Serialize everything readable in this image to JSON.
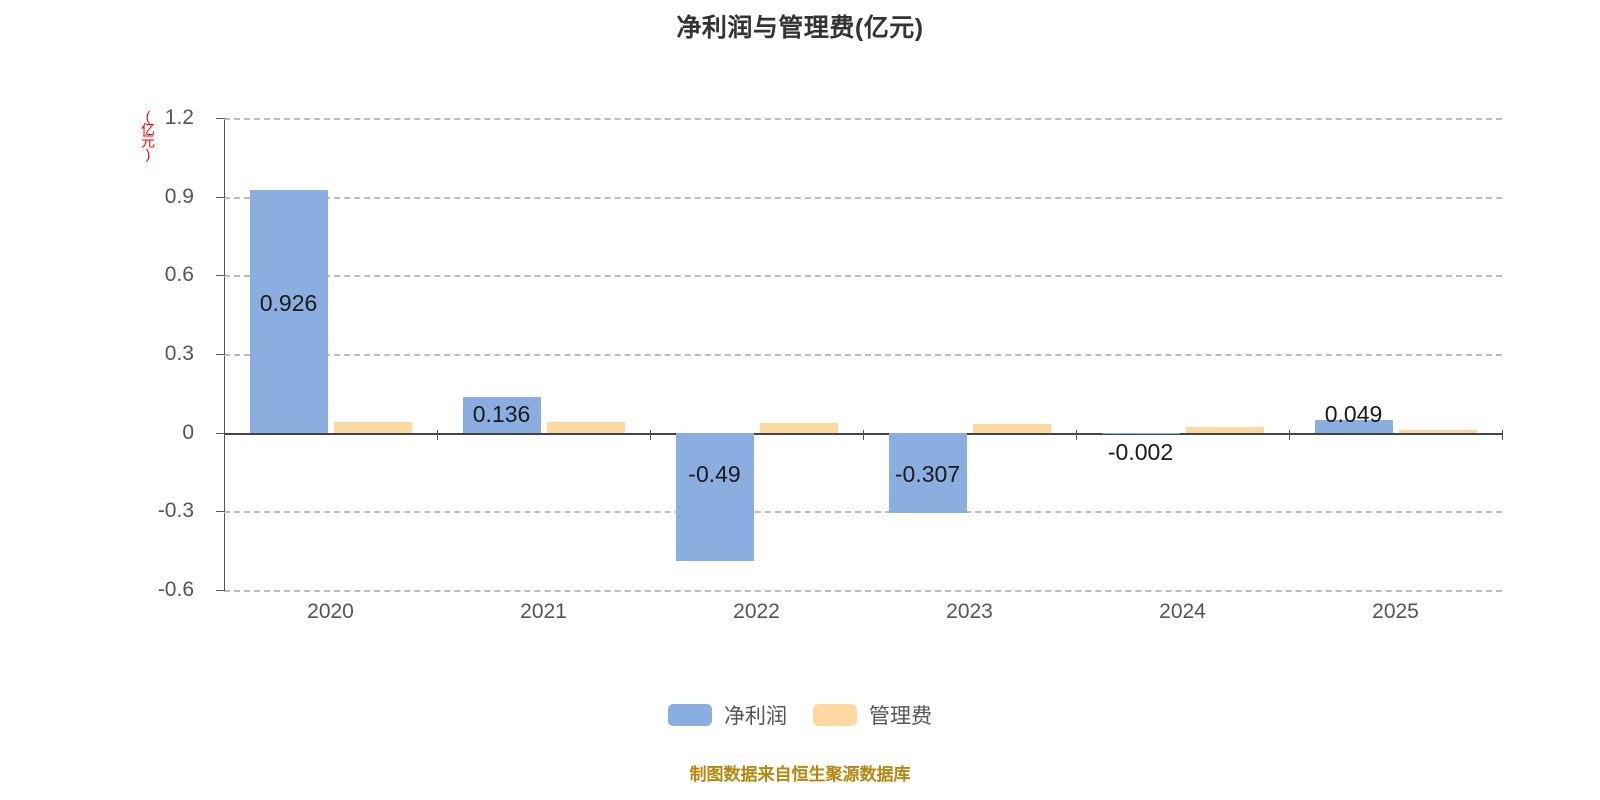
{
  "chart_data": {
    "type": "bar",
    "title": "净利润与管理费(亿元)",
    "xlabel": "",
    "ylabel": "(亿元)",
    "ylim": [
      -0.6,
      1.2
    ],
    "grid": true,
    "legend_position": "bottom",
    "categories": [
      "2020",
      "2021",
      "2022",
      "2023",
      "2024",
      "2025"
    ],
    "yticks": [
      "1.2",
      "0.9",
      "0.6",
      "0.3",
      "0",
      "-0.3",
      "-0.6"
    ],
    "ytick_values": [
      1.2,
      0.9,
      0.6,
      0.3,
      0,
      -0.3,
      -0.6
    ],
    "series": [
      {
        "name": "净利润",
        "color": "#8aaee0",
        "values": [
          0.926,
          0.136,
          -0.49,
          -0.307,
          -0.002,
          0.049
        ],
        "labels": [
          "0.926",
          "0.136",
          "-0.49",
          "-0.307",
          "-0.002",
          "0.049"
        ]
      },
      {
        "name": "管理费",
        "color": "#fcd9a0",
        "values": [
          0.042,
          0.04,
          0.036,
          0.032,
          0.02,
          0.012
        ],
        "labels": [
          "",
          "",
          "",
          "",
          "",
          ""
        ]
      }
    ],
    "annotation": "制图数据来自恒生聚源数据库"
  },
  "footer": {
    "source_note": "制图数据来自恒生聚源数据库"
  }
}
